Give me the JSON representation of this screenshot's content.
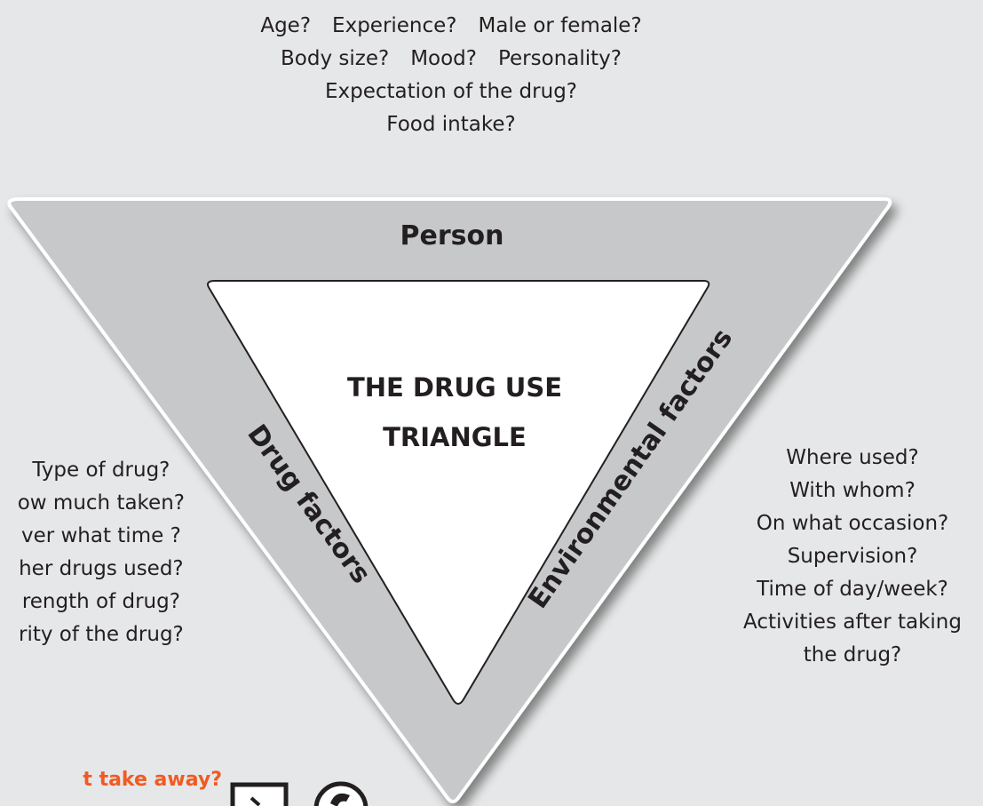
{
  "title": "THE DRUG USE TRIANGLE",
  "title_lines": [
    "THE DRUG USE",
    "TRIANGLE"
  ],
  "sides": {
    "top": "Person",
    "left": "Drug factors",
    "right": "Environmental factors"
  },
  "person_questions": [
    [
      "Age?",
      "Experience?",
      "Male or female?"
    ],
    [
      "Body size?",
      "Mood?",
      "Personality?"
    ],
    [
      "Expectation of the drug?"
    ],
    [
      "Food intake?"
    ]
  ],
  "drug_questions": [
    "Type of drug?",
    "ow much taken?",
    "ver what time ?",
    "her drugs used?",
    "rength of drug?",
    "rity of the drug?"
  ],
  "environment_questions": [
    "Where used?",
    "With whom?",
    "On what occasion?",
    "Supervision?",
    "Time of day/week?",
    "Activities after taking",
    "the drug?"
  ],
  "bottom_prompt": "t take away?",
  "bottom_icons": [
    "notepad-icon",
    "phone-icon"
  ],
  "colors": {
    "background": "#e6e7e8",
    "outer_triangle": "#c7c8ca",
    "inner_triangle": "#ffffff",
    "text": "#231f20",
    "accent": "#f15a22"
  }
}
